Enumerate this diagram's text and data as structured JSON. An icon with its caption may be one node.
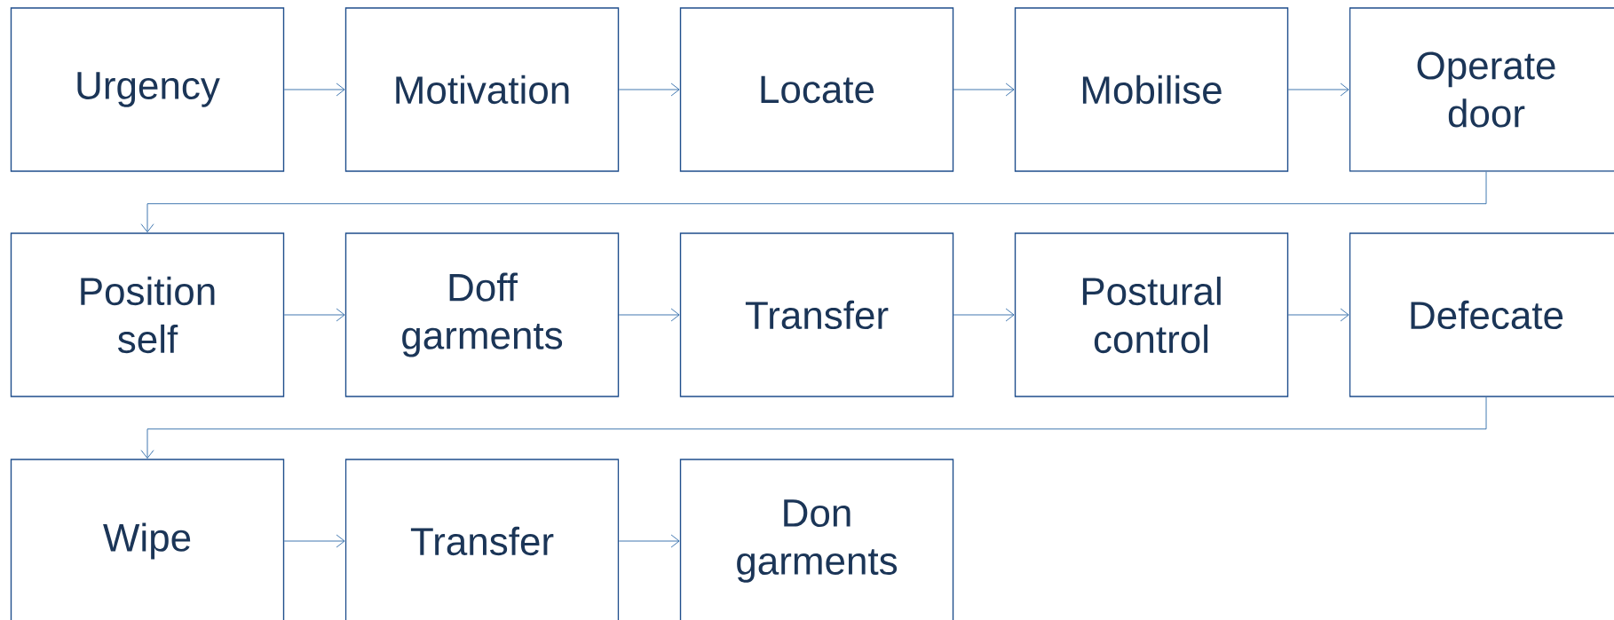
{
  "diagram": {
    "nodes": [
      {
        "text": [
          "Urgency"
        ]
      },
      {
        "text": [
          "Motivation"
        ]
      },
      {
        "text": [
          "Locate"
        ]
      },
      {
        "text": [
          "Mobilise"
        ]
      },
      {
        "text": [
          "Operate door"
        ]
      },
      {
        "text": [
          "Position self"
        ]
      },
      {
        "text": [
          "Doff garments"
        ]
      },
      {
        "text": [
          "Transfer"
        ]
      },
      {
        "text": [
          "Postural control"
        ]
      },
      {
        "text": [
          "Defecate"
        ]
      },
      {
        "text": [
          "Wipe"
        ]
      },
      {
        "text": [
          "Transfer"
        ]
      },
      {
        "text": [
          "Don garments"
        ]
      }
    ],
    "edges": [
      {
        "from": 0,
        "to": 1,
        "arrow": "to"
      },
      {
        "from": 1,
        "to": 2,
        "arrow": "to"
      },
      {
        "from": 2,
        "to": 3,
        "arrow": "to"
      },
      {
        "from": 3,
        "to": 4,
        "arrow": "to"
      },
      {
        "from": 4,
        "to": 5,
        "arrow": "to"
      },
      {
        "from": 5,
        "to": 6,
        "arrow": "to"
      },
      {
        "from": 6,
        "to": 7,
        "arrow": "to"
      },
      {
        "from": 7,
        "to": 8,
        "arrow": "to"
      },
      {
        "from": 8,
        "to": 9,
        "arrow": "to"
      },
      {
        "from": 9,
        "to": 10,
        "arrow": "to"
      },
      {
        "from": 10,
        "to": 11,
        "arrow": "to"
      },
      {
        "from": 11,
        "to": 12,
        "arrow": "to"
      }
    ]
  }
}
